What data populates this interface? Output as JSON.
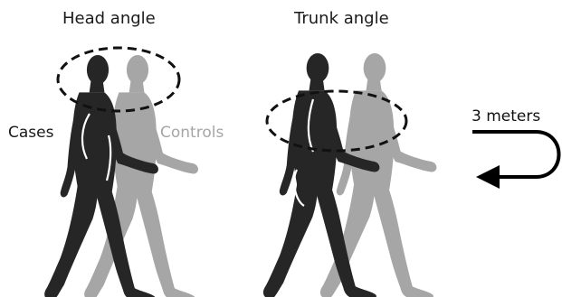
{
  "labels": {
    "head_angle": "Head angle",
    "trunk_angle": "Trunk angle",
    "cases": "Cases",
    "controls": "Controls",
    "distance": "3 meters"
  },
  "colors": {
    "cases_figure": "#262626",
    "controls_figure": "#a6a6a6",
    "controls_text": "#a6a6a6",
    "outline": "#ffffff",
    "dashed_ellipse": "#111111",
    "arrow": "#000000"
  },
  "icons": {
    "cases_walker": "walking-person-silhouette",
    "controls_walker": "walking-person-silhouette",
    "return_arrow": "u-turn-arrow"
  }
}
